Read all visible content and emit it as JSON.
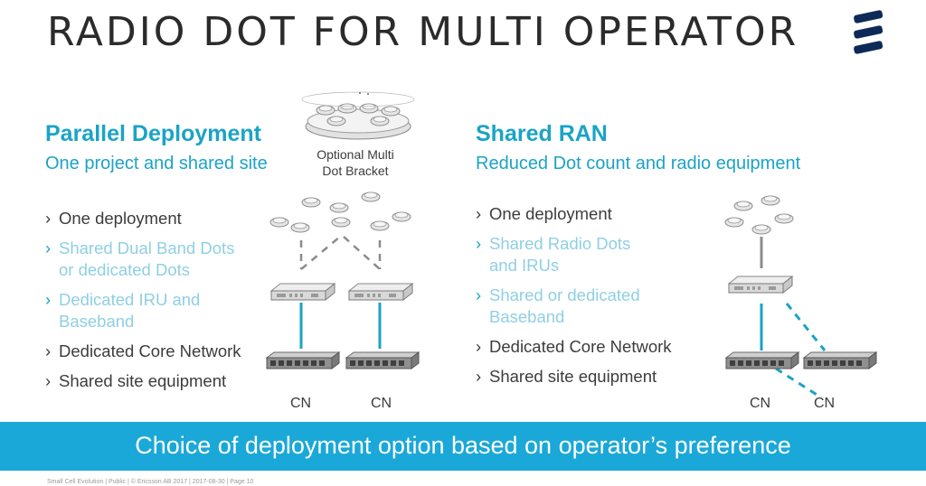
{
  "title": "RADIO DOT FOR MULTI OPERATOR",
  "logo": {
    "icon": "ericsson-logo-icon",
    "color": "#0d2a57"
  },
  "left": {
    "heading": "Parallel Deployment",
    "subheading": "One project and shared site",
    "bullets": [
      {
        "text": "One deployment",
        "style": "dark"
      },
      {
        "text": "Shared Dual Band Dots\nor dedicated Dots",
        "style": "light"
      },
      {
        "text": "Dedicated IRU and\nBaseband",
        "style": "light"
      },
      {
        "text": "Dedicated Core Network",
        "style": "dark"
      },
      {
        "text": "Shared site equipment",
        "style": "dark"
      }
    ],
    "bracket_label": "Optional Multi\nDot Bracket",
    "cn_labels": [
      "CN",
      "CN"
    ]
  },
  "right": {
    "heading": "Shared RAN",
    "subheading": "Reduced Dot count and radio equipment",
    "bullets": [
      {
        "text": "One deployment",
        "style": "dark"
      },
      {
        "text": "Shared Radio Dots\nand IRUs",
        "style": "light"
      },
      {
        "text": "Shared or dedicated\nBaseband",
        "style": "light"
      },
      {
        "text": "Dedicated Core Network",
        "style": "dark"
      },
      {
        "text": "Shared site equipment",
        "style": "dark"
      }
    ],
    "cn_labels": [
      "CN",
      "CN"
    ]
  },
  "banner": "Choice of deployment option based on operator’s preference",
  "footer": "Small Cell Evolution  |  Public  |  © Ericsson AB 2017  |  2017-08-30  |  Page 10",
  "colors": {
    "accent": "#1ba3c6",
    "light_text": "#8fcfe3",
    "banner": "#1aa8d8",
    "text": "#3c3c3c"
  }
}
